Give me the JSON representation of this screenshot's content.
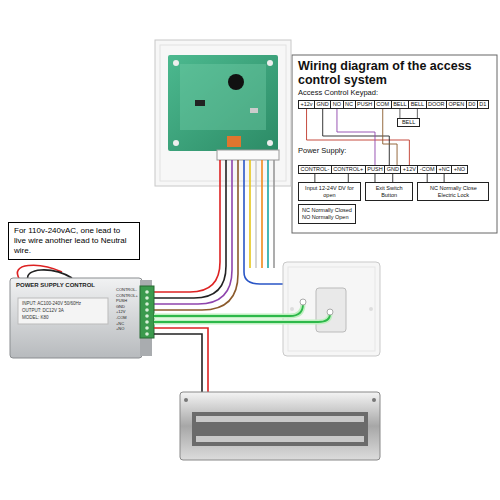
{
  "diagram": {
    "title": "Wiring diagram of the access control system",
    "nodes": [
      {
        "text": [
          "+12v"
        ]
      },
      {
        "text": [
          "GND"
        ]
      },
      {
        "text": [
          "NO"
        ]
      },
      {
        "text": [
          "NC"
        ]
      },
      {
        "text": [
          "PUSH"
        ]
      },
      {
        "text": [
          "COM"
        ]
      },
      {
        "text": [
          "BELL"
        ]
      },
      {
        "text": [
          "BELL"
        ]
      },
      {
        "text": [
          "DOOR"
        ]
      },
      {
        "text": [
          "OPEN"
        ]
      },
      {
        "text": [
          "D0"
        ]
      },
      {
        "text": [
          "D1"
        ]
      },
      {
        "text": [
          "BELL"
        ]
      },
      {
        "text": [
          "CONTROL-"
        ]
      },
      {
        "text": [
          "CONTROL+"
        ]
      },
      {
        "text": [
          "PUSH"
        ]
      },
      {
        "text": [
          "GND"
        ]
      },
      {
        "text": [
          "+12V"
        ]
      },
      {
        "text": [
          "-COM"
        ]
      },
      {
        "text": [
          "+NC"
        ]
      },
      {
        "text": [
          "+NO"
        ]
      },
      {
        "text": [
          "Input 12-24V DV for open"
        ]
      },
      {
        "text": [
          "Exit Switch Button"
        ]
      },
      {
        "text": [
          "NC Normally Close Electric Lock"
        ]
      },
      {
        "text": [
          "NC Normally Closed",
          "NO Normally Open"
        ]
      },
      {
        "text": [
          "For 110v-240vAC, one lead to live wire another lead to Neutral wire."
        ]
      }
    ],
    "edges": [
      {
        "from": 0,
        "to": 17,
        "arrow": "none"
      },
      {
        "from": 1,
        "to": 16,
        "arrow": "none"
      },
      {
        "from": 2,
        "to": 15,
        "arrow": "none"
      },
      {
        "from": 5,
        "to": 16,
        "arrow": "none"
      },
      {
        "from": 6,
        "to": 12,
        "arrow": "none"
      },
      {
        "from": 7,
        "to": 12,
        "arrow": "none"
      },
      {
        "from": 13,
        "to": 21,
        "arrow": "none"
      },
      {
        "from": 14,
        "to": 21,
        "arrow": "none"
      },
      {
        "from": 15,
        "to": 22,
        "arrow": "none"
      },
      {
        "from": 16,
        "to": 22,
        "arrow": "none"
      },
      {
        "from": 18,
        "to": 23,
        "arrow": "none"
      },
      {
        "from": 19,
        "to": 23,
        "arrow": "none"
      }
    ],
    "labels": [
      "Access Control Keypad:",
      "Power Supply:",
      "POWER SUPPLY CONTROL",
      "INPUT: AC100-240V 50/60Hz",
      "OUTPUT: DC12V 3A",
      "MODEL: K80",
      "CONTROL-",
      "CONTROL+",
      "PUSH",
      "GND",
      "+12V",
      "-COM",
      "+NC",
      "+NO"
    ]
  }
}
